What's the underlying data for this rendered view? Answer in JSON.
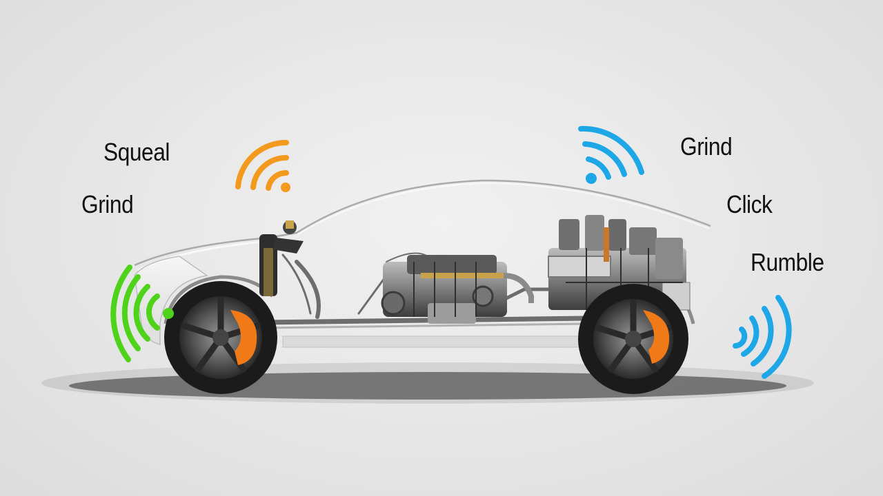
{
  "labels": {
    "squeal": "Squeal",
    "grind_left": "Grind",
    "grind_right": "Grind",
    "click": "Click",
    "rumble": "Rumble"
  },
  "colors": {
    "orange_waves": "#f39a1e",
    "blue_waves": "#1ea7e6",
    "green_waves": "#4fd21a",
    "brake_caliper": "#f07a18",
    "tire": "#1b1b1b"
  },
  "icons": [
    "sound-waves-orange-icon",
    "sound-waves-blue-top-icon",
    "sound-waves-blue-right-icon",
    "sound-waves-green-icon"
  ]
}
